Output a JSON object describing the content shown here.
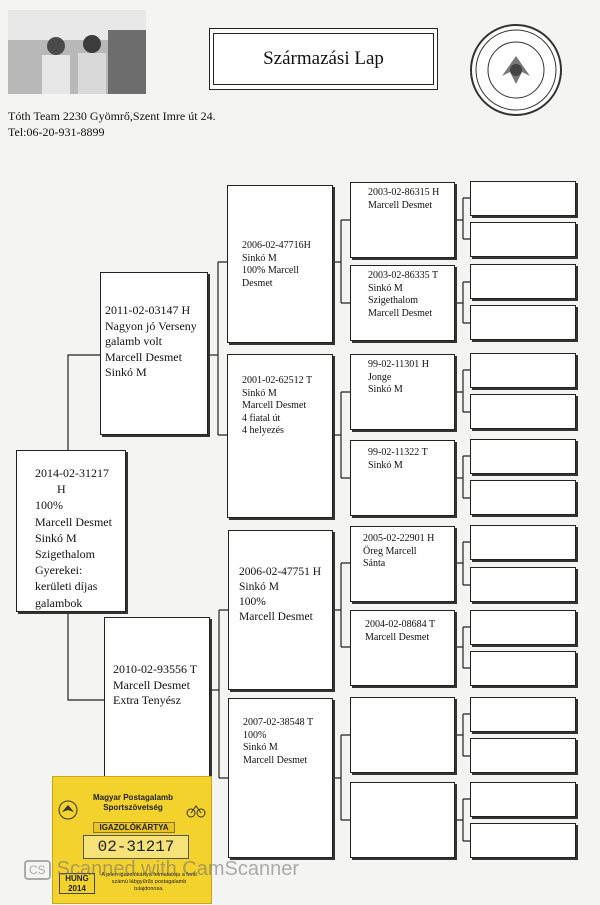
{
  "header": {
    "title": "Származási Lap",
    "owner_line1": "Tóth Team 2230 Gyömrő,Szent Imre út 24.",
    "owner_line2": "Tel:06-20-931-8899"
  },
  "pedigree": {
    "root": [
      "2014-02-31217",
      "H",
      "100%",
      "Marcell Desmet",
      "Sinkó M",
      "Szigethalom",
      "Gyerekei:",
      "kerületi díjas",
      "galambok"
    ],
    "sire": [
      "2011-02-03147 H",
      "Nagyon jó Verseny",
      "galamb volt",
      "Marcell Desmet",
      "Sinkó M"
    ],
    "dam": [
      "2010-02-93556 T",
      "Marcell Desmet",
      "Extra Tenyész"
    ],
    "sire_sire": [
      "2006-02-47716H",
      "Sinkó M",
      "100% Marcell",
      "Desmet"
    ],
    "sire_dam": [
      "2001-02-62512 T",
      "Sinkó M",
      "Marcell Desmet",
      "4 fiatal  út",
      "4 helyezés"
    ],
    "dam_sire": [
      "2006-02-47751 H",
      "Sinkó M",
      "100%",
      "Marcell Desmet"
    ],
    "dam_dam": [
      "2007-02-38548 T",
      "100%",
      "Sinkó M",
      "Marcell Desmet"
    ],
    "gen3": [
      [
        "2003-02-86315 H",
        "Marcell Desmet"
      ],
      [
        "2003-02-86335 T",
        "Sinkó M",
        "Szigethalom",
        "Marcell Desmet"
      ],
      [
        "99-02-11301 H",
        "Jonge",
        "Sinkó M"
      ],
      [
        "99-02-11322 T",
        "Sinkó M"
      ],
      [
        "2005-02-22901 H",
        "Öreg Marcell",
        "Sánta"
      ],
      [
        "2004-02-08684 T",
        "Marcell Desmet"
      ],
      [],
      []
    ]
  },
  "card": {
    "header": "Magyar Postagalamb Sportszövetség",
    "subtitle": "IGAZOLÓKÁRTYA",
    "number": "02-31217",
    "country": "HUNG",
    "year": "2014",
    "note": "A jelen igazolókártya felmutatója a fenti számú lábgyűrűs postagalamb tulajdonosa."
  },
  "watermark": {
    "badge": "CS",
    "text": "Scanned with CamScanner"
  },
  "icons": {
    "photo": "people-photo",
    "logo": "association-seal-icon"
  },
  "colors": {
    "card_yellow": "#f3d22e",
    "box_border": "#222222"
  }
}
